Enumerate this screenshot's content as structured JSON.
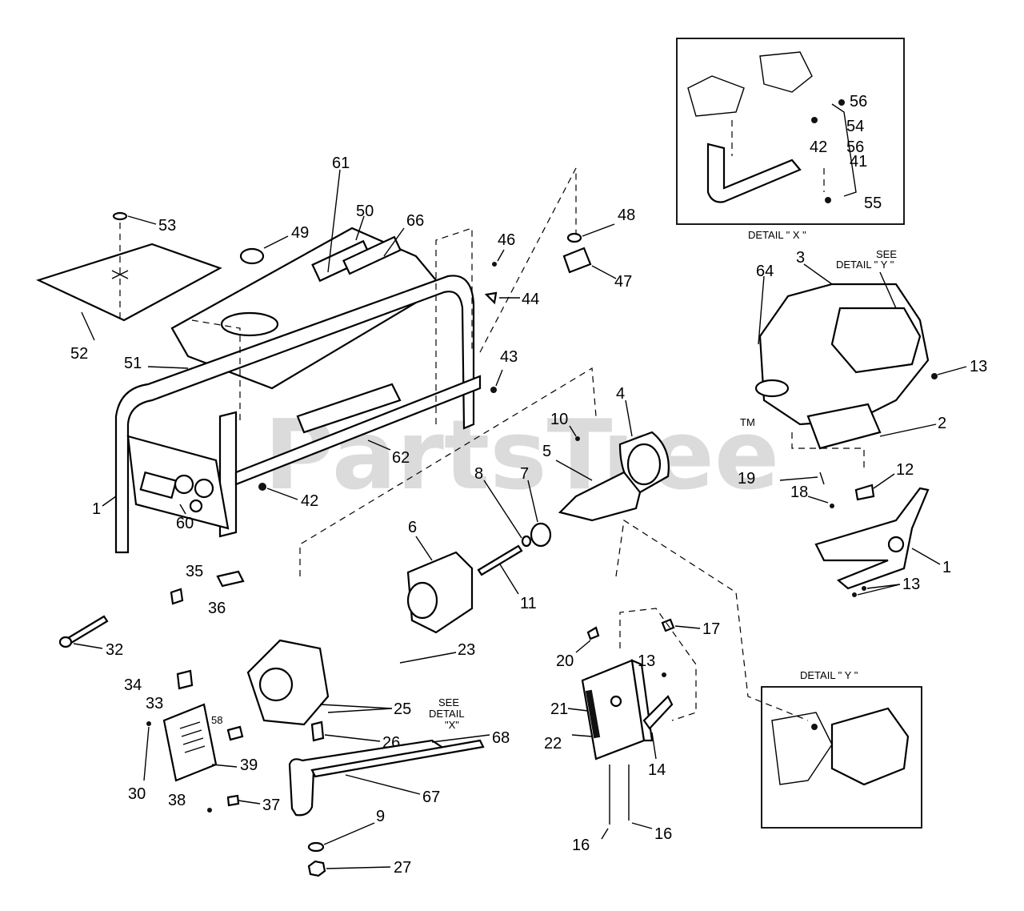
{
  "watermark": "PartsTree",
  "trademark": "TM",
  "detail_x": {
    "title": "DETAIL \" X \"",
    "callouts": [
      "56",
      "54",
      "56",
      "41",
      "42",
      "55"
    ]
  },
  "detail_y": {
    "title": "DETAIL \" Y \""
  },
  "see_detail_x": {
    "line1": "SEE",
    "line2": "DETAIL",
    "line3": "\"X\""
  },
  "see_detail_y": {
    "line1": "SEE",
    "line2": "DETAIL \" Y \""
  },
  "callouts": {
    "c53": "53",
    "c52": "52",
    "c49": "49",
    "c61": "61",
    "c50": "50",
    "c66": "66",
    "c51": "51",
    "c62": "62",
    "c1a": "1",
    "c60": "60",
    "c42": "42",
    "c48": "48",
    "c47": "47",
    "c46": "46",
    "c44": "44",
    "c43": "43",
    "c10": "10",
    "c4": "4",
    "c5": "5",
    "c8": "8",
    "c7": "7",
    "c6": "6",
    "c11": "11",
    "c23": "23",
    "c35": "35",
    "c36": "36",
    "c32": "32",
    "c34": "34",
    "c33": "33",
    "c58": "58",
    "c30": "30",
    "c39": "39",
    "c25": "25",
    "c26": "26",
    "c68": "68",
    "c67": "67",
    "c38": "38",
    "c37": "37",
    "c9": "9",
    "c27": "27",
    "c3": "3",
    "c64": "64",
    "c13a": "13",
    "c2": "2",
    "c19": "19",
    "c12": "12",
    "c18": "18",
    "c1b": "1",
    "c13b": "13",
    "c17": "17",
    "c20": "20",
    "c13c": "13",
    "c21": "21",
    "c22": "22",
    "c14": "14",
    "c16a": "16",
    "c16b": "16"
  }
}
